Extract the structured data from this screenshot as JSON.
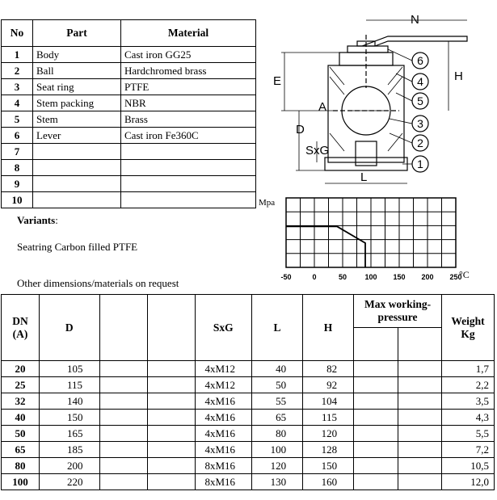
{
  "parts_table": {
    "headers": [
      "No",
      "Part",
      "Material"
    ],
    "rows": [
      {
        "no": "1",
        "part": "Body",
        "material": "Cast iron GG25"
      },
      {
        "no": "2",
        "part": "Ball",
        "material": "Hardchromed brass"
      },
      {
        "no": "3",
        "part": "Seat ring",
        "material": "PTFE"
      },
      {
        "no": "4",
        "part": "Stem packing",
        "material": "NBR"
      },
      {
        "no": "5",
        "part": "Stem",
        "material": "Brass"
      },
      {
        "no": "6",
        "part": "Lever",
        "material": "Cast iron Fe360C"
      },
      {
        "no": "7",
        "part": "",
        "material": ""
      },
      {
        "no": "8",
        "part": "",
        "material": ""
      },
      {
        "no": "9",
        "part": "",
        "material": ""
      },
      {
        "no": "10",
        "part": "",
        "material": ""
      }
    ]
  },
  "variants": {
    "label": "Variants",
    "colon": ":",
    "text": "Seatring Carbon filled PTFE"
  },
  "note": "Other dimensions/materials on request",
  "drawing": {
    "labels": {
      "N": "N",
      "H": "H",
      "E": "E",
      "A": "A",
      "D": "D",
      "SxG": "SxG",
      "L": "L"
    },
    "callouts": [
      "6",
      "4",
      "5",
      "3",
      "2",
      "1"
    ]
  },
  "pressure_chart": {
    "ylabel": "Mpa",
    "x_ticks": [
      "-50",
      "0",
      "50",
      "100",
      "150",
      "200",
      "250"
    ],
    "unit": "°C"
  },
  "chart_data": {
    "type": "line",
    "title": "",
    "xlabel": "°C",
    "ylabel": "Mpa",
    "x_ticks": [
      -50,
      0,
      50,
      100,
      150,
      200,
      250
    ],
    "xlim": [
      -50,
      250
    ],
    "grid": true,
    "series": [
      {
        "x": [
          -50,
          40,
          90,
          90
        ],
        "y": [
          0.59,
          0.59,
          0.35,
          0.0
        ]
      }
    ]
  },
  "dims_table": {
    "headers": {
      "dn": "DN",
      "dn_sub": "(A)",
      "d": "D",
      "sxg": "SxG",
      "l": "L",
      "h": "H",
      "mwp": "Max working-pressure",
      "weight": "Weight",
      "weight_unit": "Kg"
    },
    "rows": [
      {
        "dn": "20",
        "d": "105",
        "sxg": "4xM12",
        "l": "40",
        "h": "82",
        "weight": "1,7"
      },
      {
        "dn": "25",
        "d": "115",
        "sxg": "4xM12",
        "l": "50",
        "h": "92",
        "weight": "2,2"
      },
      {
        "dn": "32",
        "d": "140",
        "sxg": "4xM16",
        "l": "55",
        "h": "104",
        "weight": "3,5"
      },
      {
        "dn": "40",
        "d": "150",
        "sxg": "4xM16",
        "l": "65",
        "h": "115",
        "weight": "4,3"
      },
      {
        "dn": "50",
        "d": "165",
        "sxg": "4xM16",
        "l": "80",
        "h": "120",
        "weight": "5,5"
      },
      {
        "dn": "65",
        "d": "185",
        "sxg": "4xM16",
        "l": "100",
        "h": "128",
        "weight": "7,2"
      },
      {
        "dn": "80",
        "d": "200",
        "sxg": "8xM16",
        "l": "120",
        "h": "150",
        "weight": "10,5"
      },
      {
        "dn": "100",
        "d": "220",
        "sxg": "8xM16",
        "l": "130",
        "h": "160",
        "weight": "12,0"
      }
    ]
  }
}
